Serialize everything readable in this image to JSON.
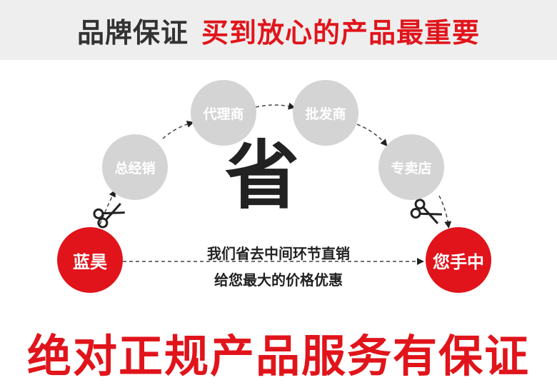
{
  "banner": {
    "dark_text": "品牌保证",
    "red_text": "买到放心的产品最重要"
  },
  "diagram": {
    "nodes": {
      "start": "蓝昊",
      "general_distributor": "总经销",
      "agent": "代理商",
      "wholesaler": "批发商",
      "retailer": "专卖店",
      "end": "您手中"
    },
    "center_char": "省",
    "line1": "我们省去中间环节直销",
    "line2": "给您最大的价格优惠"
  },
  "footer": {
    "text": "绝对正规产品服务有保证"
  },
  "colors": {
    "red": "#e1141b",
    "gray_node": "#d4d4d4",
    "banner_bg": "#eeeeee",
    "dark_text": "#333333"
  }
}
